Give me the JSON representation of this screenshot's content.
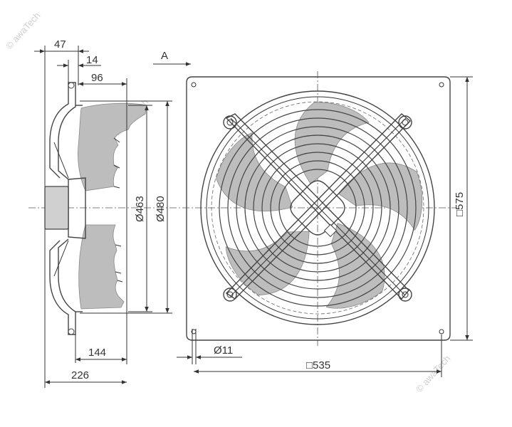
{
  "view_label": "A",
  "watermark": "© awaTech",
  "dimensions": {
    "d47": "47",
    "d14": "14",
    "d96": "96",
    "d463": "Ø463",
    "d480": "Ø480",
    "d575": "□575",
    "d11": "Ø11",
    "d535": "□535",
    "d144": "144",
    "d226": "226"
  },
  "colors": {
    "line": "#333333",
    "blade": "#bdbdbd",
    "watermark": "#cfcfcf"
  }
}
